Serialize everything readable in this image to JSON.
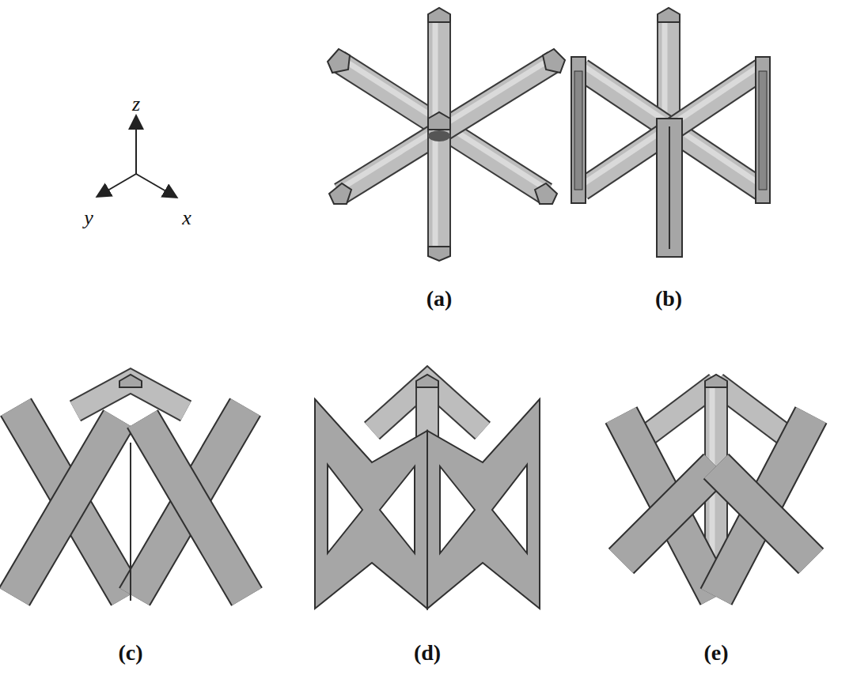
{
  "diagram": {
    "labels": [
      "z",
      "y",
      "x",
      "(a)",
      "(b)",
      "(c)",
      "(d)",
      "(e)"
    ]
  }
}
